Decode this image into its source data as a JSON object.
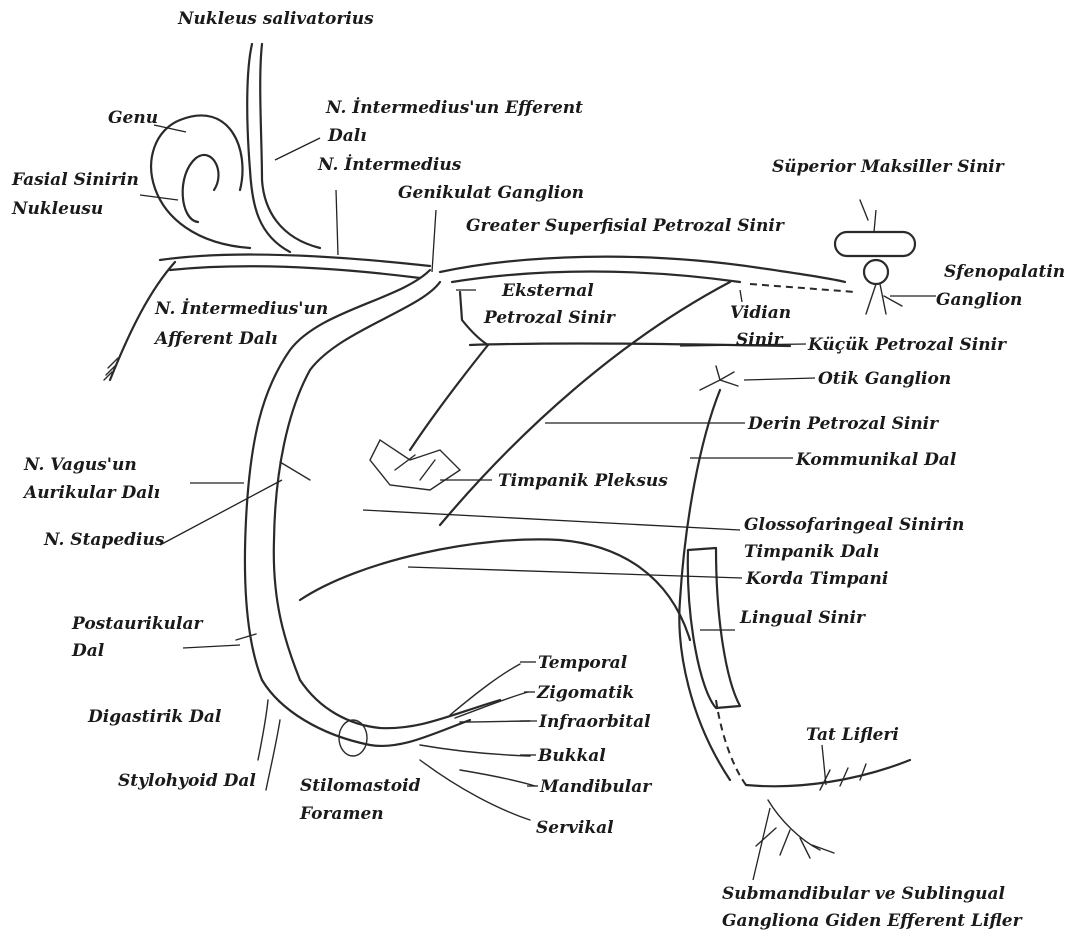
{
  "labels": {
    "nukleus_salivatorius": "Nukleus salivatorius",
    "genu": "Genu",
    "int_efferent_1": "N. İntermedius'un Efferent",
    "int_efferent_2": "Dalı",
    "n_intermedius": "N. İntermedius",
    "fasial_1": "Fasial Sinirin",
    "fasial_2": "Nukleusu",
    "genikulat": "Genikulat Ganglion",
    "greater_petrosal": "Greater Superfisial Petrozal Sinir",
    "superior_maksiller": "Süperior Maksiller Sinir",
    "sfenopalatin_1": "Sfenopalatin",
    "sfenopalatin_2": "Ganglion",
    "int_afferent_1": "N. İntermedius'un",
    "int_afferent_2": "Afferent Dalı",
    "eksternal_1": "Eksternal",
    "eksternal_2": "Petrozal Sinir",
    "vidian_1": "Vidian",
    "vidian_2": "Sinir",
    "kucuk_petrozal": "Küçük Petrozal Sinir",
    "otik": "Otik Ganglion",
    "derin_petrozal": "Derin Petrozal Sinir",
    "vagus_1": "N. Vagus'un",
    "vagus_2": "Aurikular Dalı",
    "kommunikal": "Kommunikal Dal",
    "timpanik_pleksus": "Timpanik Pleksus",
    "stapedius": "N. Stapedius",
    "glosso_1": "Glossofaringeal Sinirin",
    "glosso_2": "Timpanik Dalı",
    "korda": "Korda Timpani",
    "postaurikular_1": "Postaurikular",
    "postaurikular_2": "Dal",
    "lingual": "Lingual Sinir",
    "temporal": "Temporal",
    "zigomatik": "Zigomatik",
    "infraorbital": "Infraorbital",
    "digastirik": "Digastirik Dal",
    "bukkal": "Bukkal",
    "tat_lifleri": "Tat Lifleri",
    "stylohyoid": "Stylohyoid Dal",
    "stilomastoid_1": "Stilomastoid",
    "stilomastoid_2": "Foramen",
    "mandibular": "Mandibular",
    "servikal": "Servikal",
    "submandibular_1": "Submandibular ve Sublingual",
    "submandibular_2": "Gangliona Giden Efferent Lifler"
  },
  "colors": {
    "ink": "#1a1a1a",
    "background": "#ffffff"
  }
}
